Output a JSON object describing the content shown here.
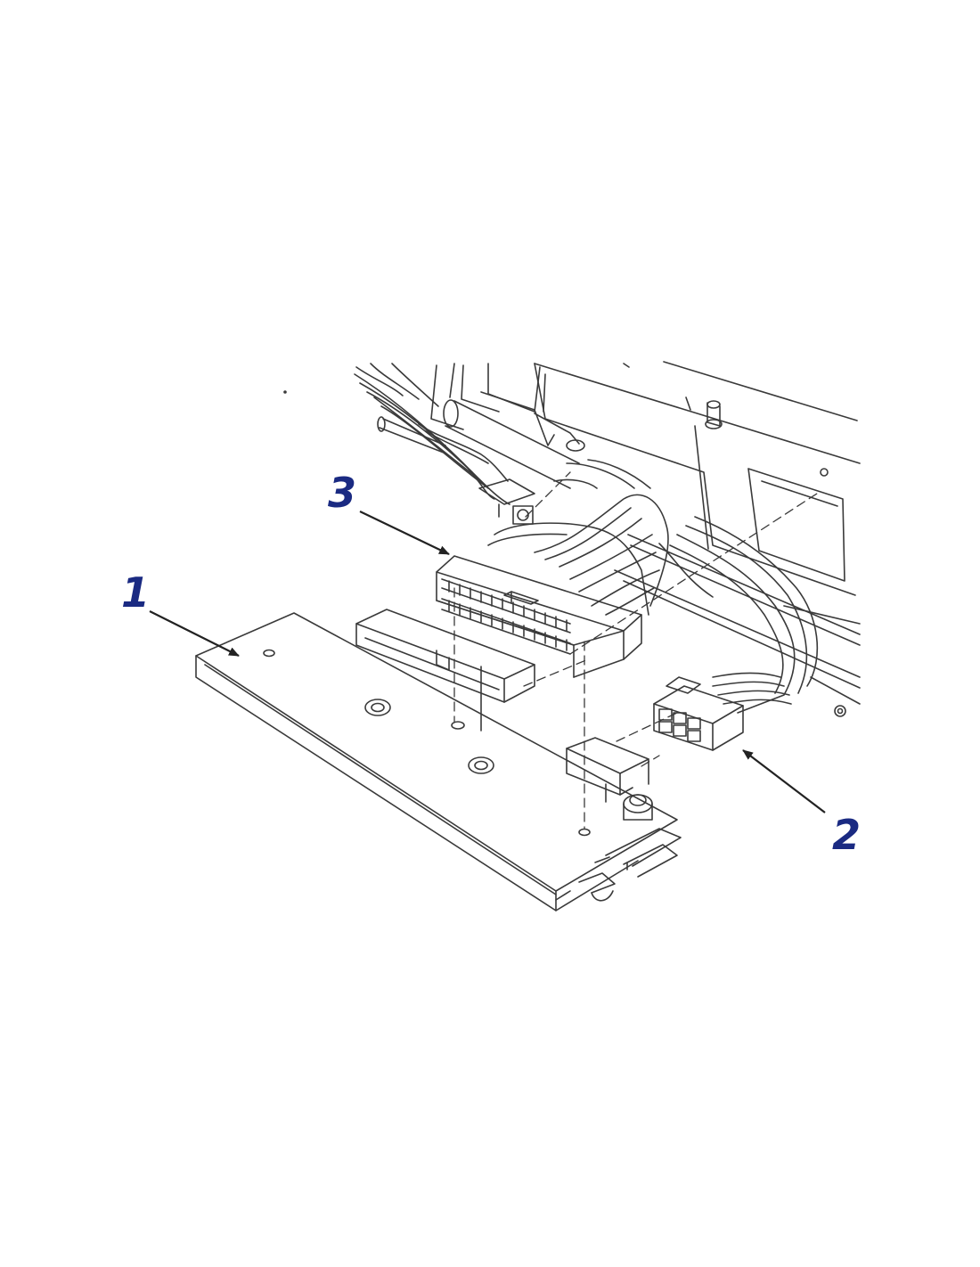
{
  "callouts": [
    {
      "label": "1",
      "part": "printhead"
    },
    {
      "label": "2",
      "part": "power-connector"
    },
    {
      "label": "3",
      "part": "data-connector"
    }
  ],
  "colors": {
    "callout_text": "#1a2a82",
    "line_art": "#3a3a3a",
    "background": "#ffffff"
  }
}
